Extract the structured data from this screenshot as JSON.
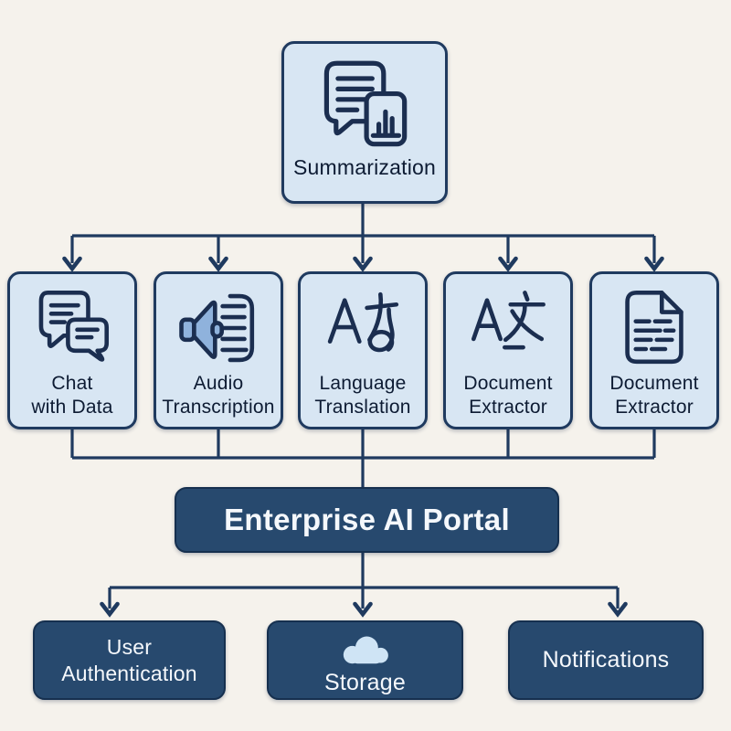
{
  "canvas": {
    "background": "#f5f2ec"
  },
  "palette": {
    "node_fill_light": "#d8e6f3",
    "node_fill_dark": "#27496e",
    "outline": "#1f3a5f",
    "icon_stroke": "#1b2e50",
    "speaker_fill": "#8fb2dc",
    "cloud_fill": "#cfe4f5",
    "text_dark": "#0d1b33",
    "text_light": "#f5f8fc"
  },
  "nodes": {
    "summarization": {
      "id": "summarization",
      "label": "Summarization",
      "icon": "chat-report-icon"
    },
    "services": [
      {
        "id": "chat-with-data",
        "label": "Chat\nwith Data",
        "icon": "chat-bubbles-icon"
      },
      {
        "id": "audio-transcription",
        "label": "Audio\nTranscription",
        "icon": "speaker-transcript-icon"
      },
      {
        "id": "language-translation",
        "label": "Language\nTranslation",
        "icon": "latin-a-hiragana-icon"
      },
      {
        "id": "document-extractor-1",
        "label": "Document\nExtractor",
        "icon": "latin-a-kanji-icon"
      },
      {
        "id": "document-extractor-2",
        "label": "Document\nExtractor",
        "icon": "document-lines-icon"
      }
    ],
    "portal": {
      "id": "portal",
      "label": "Enterprise AI Portal"
    },
    "foundation": [
      {
        "id": "user-authentication",
        "label": "User\nAuthentication"
      },
      {
        "id": "storage",
        "label": "Storage",
        "icon": "cloud-icon"
      },
      {
        "id": "notifications",
        "label": "Notifications"
      }
    ]
  },
  "edges": [
    {
      "from": "summarization",
      "to": "chat-with-data",
      "arrow": true
    },
    {
      "from": "summarization",
      "to": "audio-transcription",
      "arrow": true
    },
    {
      "from": "summarization",
      "to": "language-translation",
      "arrow": true
    },
    {
      "from": "summarization",
      "to": "document-extractor-1",
      "arrow": true
    },
    {
      "from": "summarization",
      "to": "document-extractor-2",
      "arrow": true
    },
    {
      "from": "chat-with-data",
      "to": "portal",
      "arrow": false
    },
    {
      "from": "audio-transcription",
      "to": "portal",
      "arrow": false
    },
    {
      "from": "language-translation",
      "to": "portal",
      "arrow": false
    },
    {
      "from": "document-extractor-1",
      "to": "portal",
      "arrow": false
    },
    {
      "from": "document-extractor-2",
      "to": "portal",
      "arrow": false
    },
    {
      "from": "portal",
      "to": "user-authentication",
      "arrow": true
    },
    {
      "from": "portal",
      "to": "storage",
      "arrow": true
    },
    {
      "from": "portal",
      "to": "notifications",
      "arrow": true
    }
  ]
}
